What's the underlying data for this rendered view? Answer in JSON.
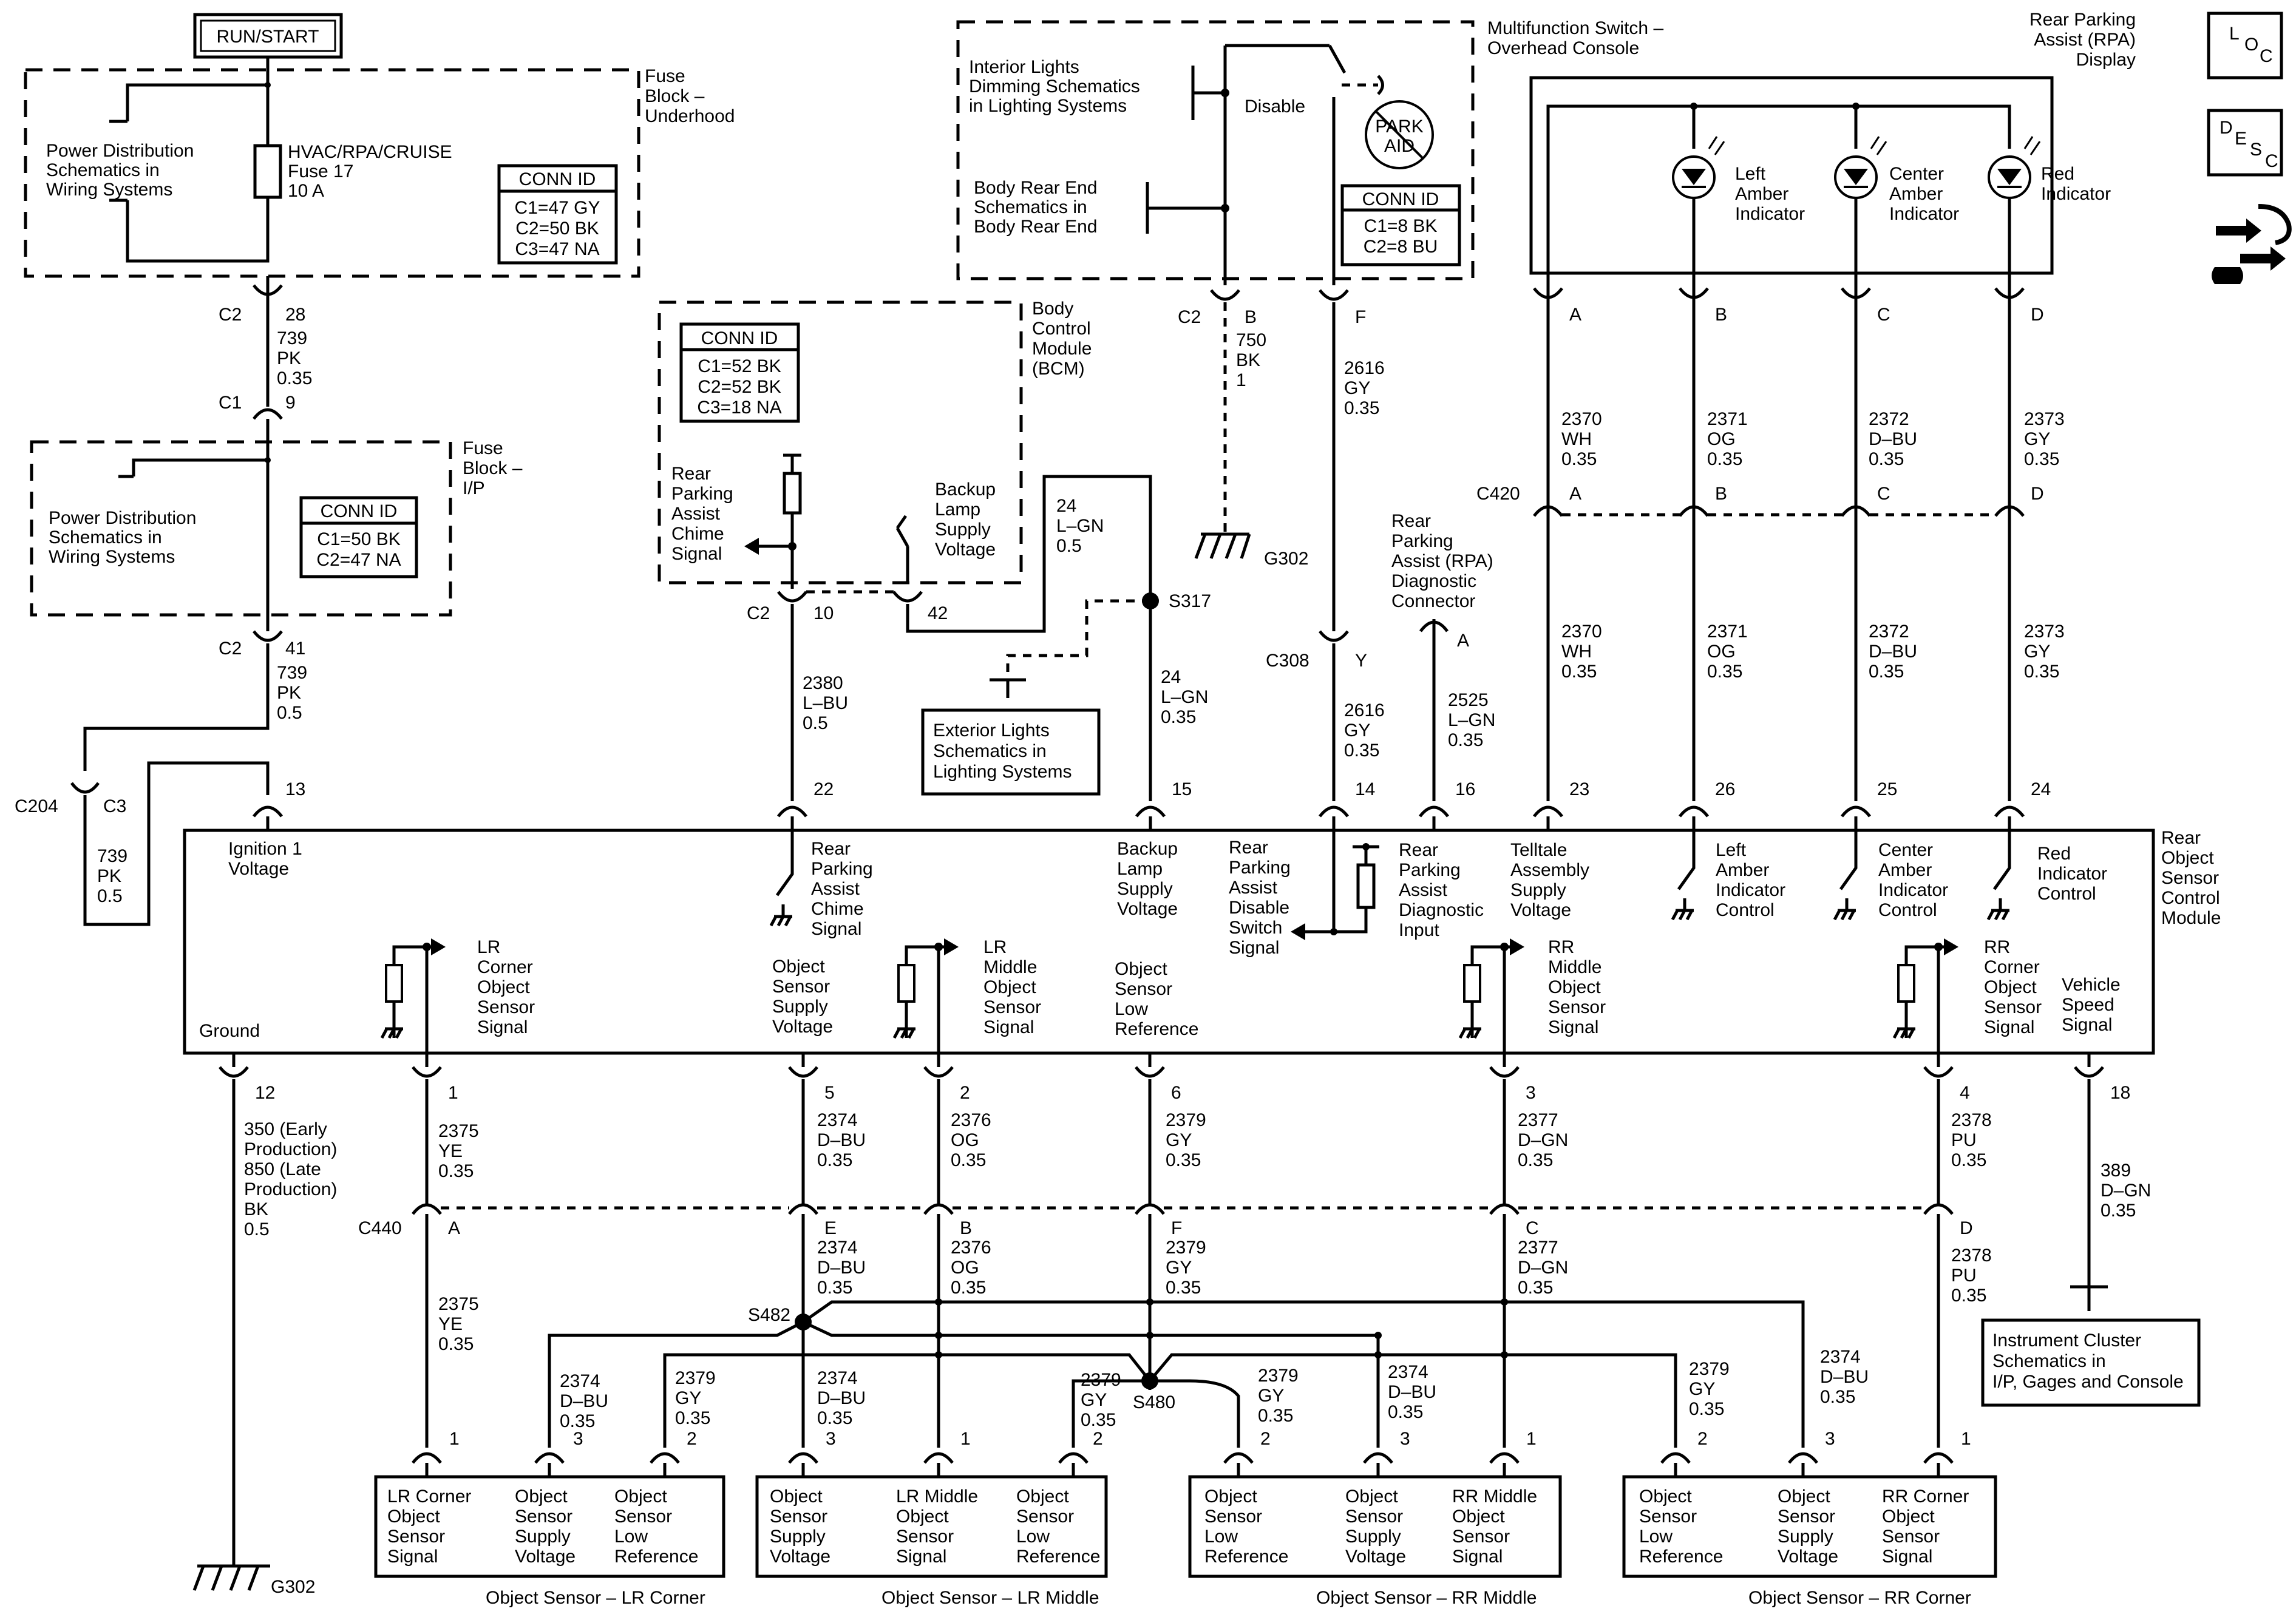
{
  "run_start": "RUN/START",
  "fuse_underhood": {
    "title": [
      "Fuse",
      "Block –",
      "Underhood"
    ],
    "ref": [
      "Power Distribution",
      "Schematics in",
      "Wiring Systems"
    ],
    "fuse": [
      "HVAC/RPA/CRUISE",
      "Fuse 17",
      "10 A"
    ],
    "conn_title": "CONN ID",
    "conn": [
      "C1=47 GY",
      "C2=50 BK",
      "C3=47 NA"
    ]
  },
  "fuse_ip": {
    "title": [
      "Fuse",
      "Block –",
      "I/P"
    ],
    "ref": [
      "Power Distribution",
      "Schematics in",
      "Wiring Systems"
    ],
    "conn_title": "CONN ID",
    "conn": [
      "C1=50 BK",
      "C2=47 NA"
    ]
  },
  "feed_upper": {
    "c2": "C2",
    "pin": "28",
    "wire": [
      "739",
      "PK",
      "0.35"
    ],
    "c1": "C1",
    "pin2": "9"
  },
  "feed_lower": {
    "c2": "C2",
    "pin": "41",
    "wire": [
      "739",
      "PK",
      "0.5"
    ]
  },
  "c204": {
    "label": "C204",
    "c3": "C3",
    "wire": [
      "739",
      "PK",
      "0.5"
    ]
  },
  "bcm": {
    "title": [
      "Body",
      "Control",
      "Module",
      "(BCM)"
    ],
    "conn_title": "CONN ID",
    "conn": [
      "C1=52 BK",
      "C2=52 BK",
      "C3=18 NA"
    ],
    "chime": [
      "Rear",
      "Parking",
      "Assist",
      "Chime",
      "Signal"
    ],
    "backup": [
      "Backup",
      "Lamp",
      "Supply",
      "Voltage"
    ],
    "c2": "C2",
    "pin10": "10",
    "pin42": "42",
    "wire10": [
      "2380",
      "L–BU",
      "0.5"
    ],
    "wire42": [
      "24",
      "L–GN",
      "0.5"
    ]
  },
  "s317": {
    "label": "S317",
    "wire": [
      "24",
      "L–GN",
      "0.35"
    ]
  },
  "exterior_ref": [
    "Exterior Lights",
    "Schematics in",
    "Lighting Systems"
  ],
  "multifunction": {
    "title": [
      "Multifunction Switch –",
      "Overhead Console"
    ],
    "interior_ref": [
      "Interior Lights",
      "Dimming Schematics",
      "in Lighting Systems"
    ],
    "body_ref": [
      "Body Rear End",
      "Schematics in",
      "Body Rear End"
    ],
    "disable": "Disable",
    "park_aid": [
      "PARK",
      "AID"
    ],
    "conn_title": "CONN ID",
    "conn": [
      "C1=8 BK",
      "C2=8 BU"
    ],
    "c2": "C2",
    "pinB": "B",
    "pinF": "F",
    "wireB": [
      "750",
      "BK",
      "1"
    ],
    "wireF": [
      "2616",
      "GY",
      "0.35"
    ],
    "ground": "G302"
  },
  "c308": {
    "label": "C308",
    "pin": "Y",
    "wire": [
      "2616",
      "GY",
      "0.35"
    ]
  },
  "diag_conn": {
    "label": [
      "Rear",
      "Parking",
      "Assist (RPA)",
      "Diagnostic",
      "Connector"
    ],
    "pin": "A",
    "wire": [
      "2525",
      "L–GN",
      "0.35"
    ]
  },
  "rpa_display": {
    "title": [
      "Rear Parking",
      "Assist (RPA)",
      "Display"
    ],
    "left": [
      "Left",
      "Amber",
      "Indicator"
    ],
    "center": [
      "Center",
      "Amber",
      "Indicator"
    ],
    "red": [
      "Red",
      "Indicator"
    ],
    "pins": [
      "A",
      "B",
      "C",
      "D"
    ],
    "wires": [
      [
        "2370",
        "WH",
        "0.35"
      ],
      [
        "2371",
        "OG",
        "0.35"
      ],
      [
        "2372",
        "D–BU",
        "0.35"
      ],
      [
        "2373",
        "GY",
        "0.35"
      ]
    ]
  },
  "c420": {
    "label": "C420",
    "pins": [
      "A",
      "B",
      "C",
      "D"
    ],
    "wires": [
      [
        "2370",
        "WH",
        "0.35"
      ],
      [
        "2371",
        "OG",
        "0.35"
      ],
      [
        "2372",
        "D–BU",
        "0.35"
      ],
      [
        "2373",
        "GY",
        "0.35"
      ]
    ]
  },
  "module": {
    "title": [
      "Rear",
      "Object",
      "Sensor",
      "Control",
      "Module"
    ],
    "top_pins": [
      "13",
      "22",
      "15",
      "14",
      "16",
      "23",
      "26",
      "25",
      "24"
    ],
    "ignition": [
      "Ignition 1",
      "Voltage"
    ],
    "chime": [
      "Rear",
      "Parking",
      "Assist",
      "Chime",
      "Signal"
    ],
    "backup": [
      "Backup",
      "Lamp",
      "Supply",
      "Voltage"
    ],
    "disable": [
      "Rear",
      "Parking",
      "Assist",
      "Disable",
      "Switch",
      "Signal"
    ],
    "diag": [
      "Rear",
      "Parking",
      "Assist",
      "Diagnostic",
      "Input"
    ],
    "telltale": [
      "Telltale",
      "Assembly",
      "Supply",
      "Voltage"
    ],
    "left_ctrl": [
      "Left",
      "Amber",
      "Indicator",
      "Control"
    ],
    "center_ctrl": [
      "Center",
      "Amber",
      "Indicator",
      "Control"
    ],
    "red_ctrl": [
      "Red",
      "Indicator",
      "Control"
    ],
    "lr_corner": [
      "LR",
      "Corner",
      "Object",
      "Sensor",
      "Signal"
    ],
    "supply": [
      "Object",
      "Sensor",
      "Supply",
      "Voltage"
    ],
    "lr_middle": [
      "LR",
      "Middle",
      "Object",
      "Sensor",
      "Signal"
    ],
    "low_ref": [
      "Object",
      "Sensor",
      "Low",
      "Reference"
    ],
    "rr_middle": [
      "RR",
      "Middle",
      "Object",
      "Sensor",
      "Signal"
    ],
    "rr_corner": [
      "RR",
      "Corner",
      "Object",
      "Sensor",
      "Signal"
    ],
    "vss": [
      "Vehicle",
      "Speed",
      "Signal"
    ],
    "ground": "Ground",
    "bottom_pins": [
      "12",
      "1",
      "5",
      "2",
      "6",
      "3",
      "4",
      "18"
    ]
  },
  "ground_wire": [
    "350 (Early",
    "Production)",
    "850 (Late",
    "Production)",
    "BK",
    "0.5"
  ],
  "ground_g302": "G302",
  "lower_wires": [
    [
      "2375",
      "YE",
      "0.35"
    ],
    [
      "2374",
      "D–BU",
      "0.35"
    ],
    [
      "2376",
      "OG",
      "0.35"
    ],
    [
      "2379",
      "GY",
      "0.35"
    ],
    [
      "2377",
      "D–GN",
      "0.35"
    ],
    [
      "2378",
      "PU",
      "0.35"
    ]
  ],
  "vss_wire": [
    "389",
    "D–GN",
    "0.35"
  ],
  "c440": {
    "label": "C440",
    "pins": [
      "A",
      "E",
      "B",
      "F",
      "C",
      "D"
    ]
  },
  "after_c440": [
    [
      "2375",
      "YE",
      "0.35"
    ],
    [
      "2374",
      "D–BU",
      "0.35"
    ],
    [
      "2376",
      "OG",
      "0.35"
    ],
    [
      "2379",
      "GY",
      "0.35"
    ],
    [
      "2377",
      "D–GN",
      "0.35"
    ],
    [
      "2378",
      "PU",
      "0.35"
    ]
  ],
  "splices": {
    "s482": "S482",
    "s480": "S480"
  },
  "branch_wires": {
    "d_bu": [
      "2374",
      "D–BU",
      "0.35"
    ],
    "gy": [
      "2379",
      "GY",
      "0.35"
    ]
  },
  "ic_ref": [
    "Instrument Cluster",
    "Schematics in",
    "I/P, Gages and Console"
  ],
  "sensors": [
    {
      "title": "Object Sensor – LR Corner",
      "pins": [
        "1",
        "3",
        "2"
      ],
      "c1": [
        "LR Corner",
        "Object",
        "Sensor",
        "Signal"
      ],
      "c2": [
        "Object",
        "Sensor",
        "Supply",
        "Voltage"
      ],
      "c3": [
        "Object",
        "Sensor",
        "Low",
        "Reference"
      ]
    },
    {
      "title": "Object Sensor – LR Middle",
      "pins": [
        "3",
        "1",
        "2"
      ],
      "c1": [
        "Object",
        "Sensor",
        "Supply",
        "Voltage"
      ],
      "c2": [
        "LR Middle",
        "Object",
        "Sensor",
        "Signal"
      ],
      "c3": [
        "Object",
        "Sensor",
        "Low",
        "Reference"
      ]
    },
    {
      "title": "Object Sensor – RR Middle",
      "pins": [
        "2",
        "3",
        "1"
      ],
      "c1": [
        "Object",
        "Sensor",
        "Low",
        "Reference"
      ],
      "c2": [
        "Object",
        "Sensor",
        "Supply",
        "Voltage"
      ],
      "c3": [
        "RR Middle",
        "Object",
        "Sensor",
        "Signal"
      ]
    },
    {
      "title": "Object Sensor – RR Corner",
      "pins": [
        "2",
        "3",
        "1"
      ],
      "c1": [
        "Object",
        "Sensor",
        "Low",
        "Reference"
      ],
      "c2": [
        "Object",
        "Sensor",
        "Supply",
        "Voltage"
      ],
      "c3": [
        "RR Corner",
        "Object",
        "Sensor",
        "Signal"
      ]
    }
  ],
  "nav": {
    "loc": [
      "L",
      "O",
      "C"
    ],
    "desc": [
      "D",
      "E",
      "S",
      "C"
    ]
  }
}
